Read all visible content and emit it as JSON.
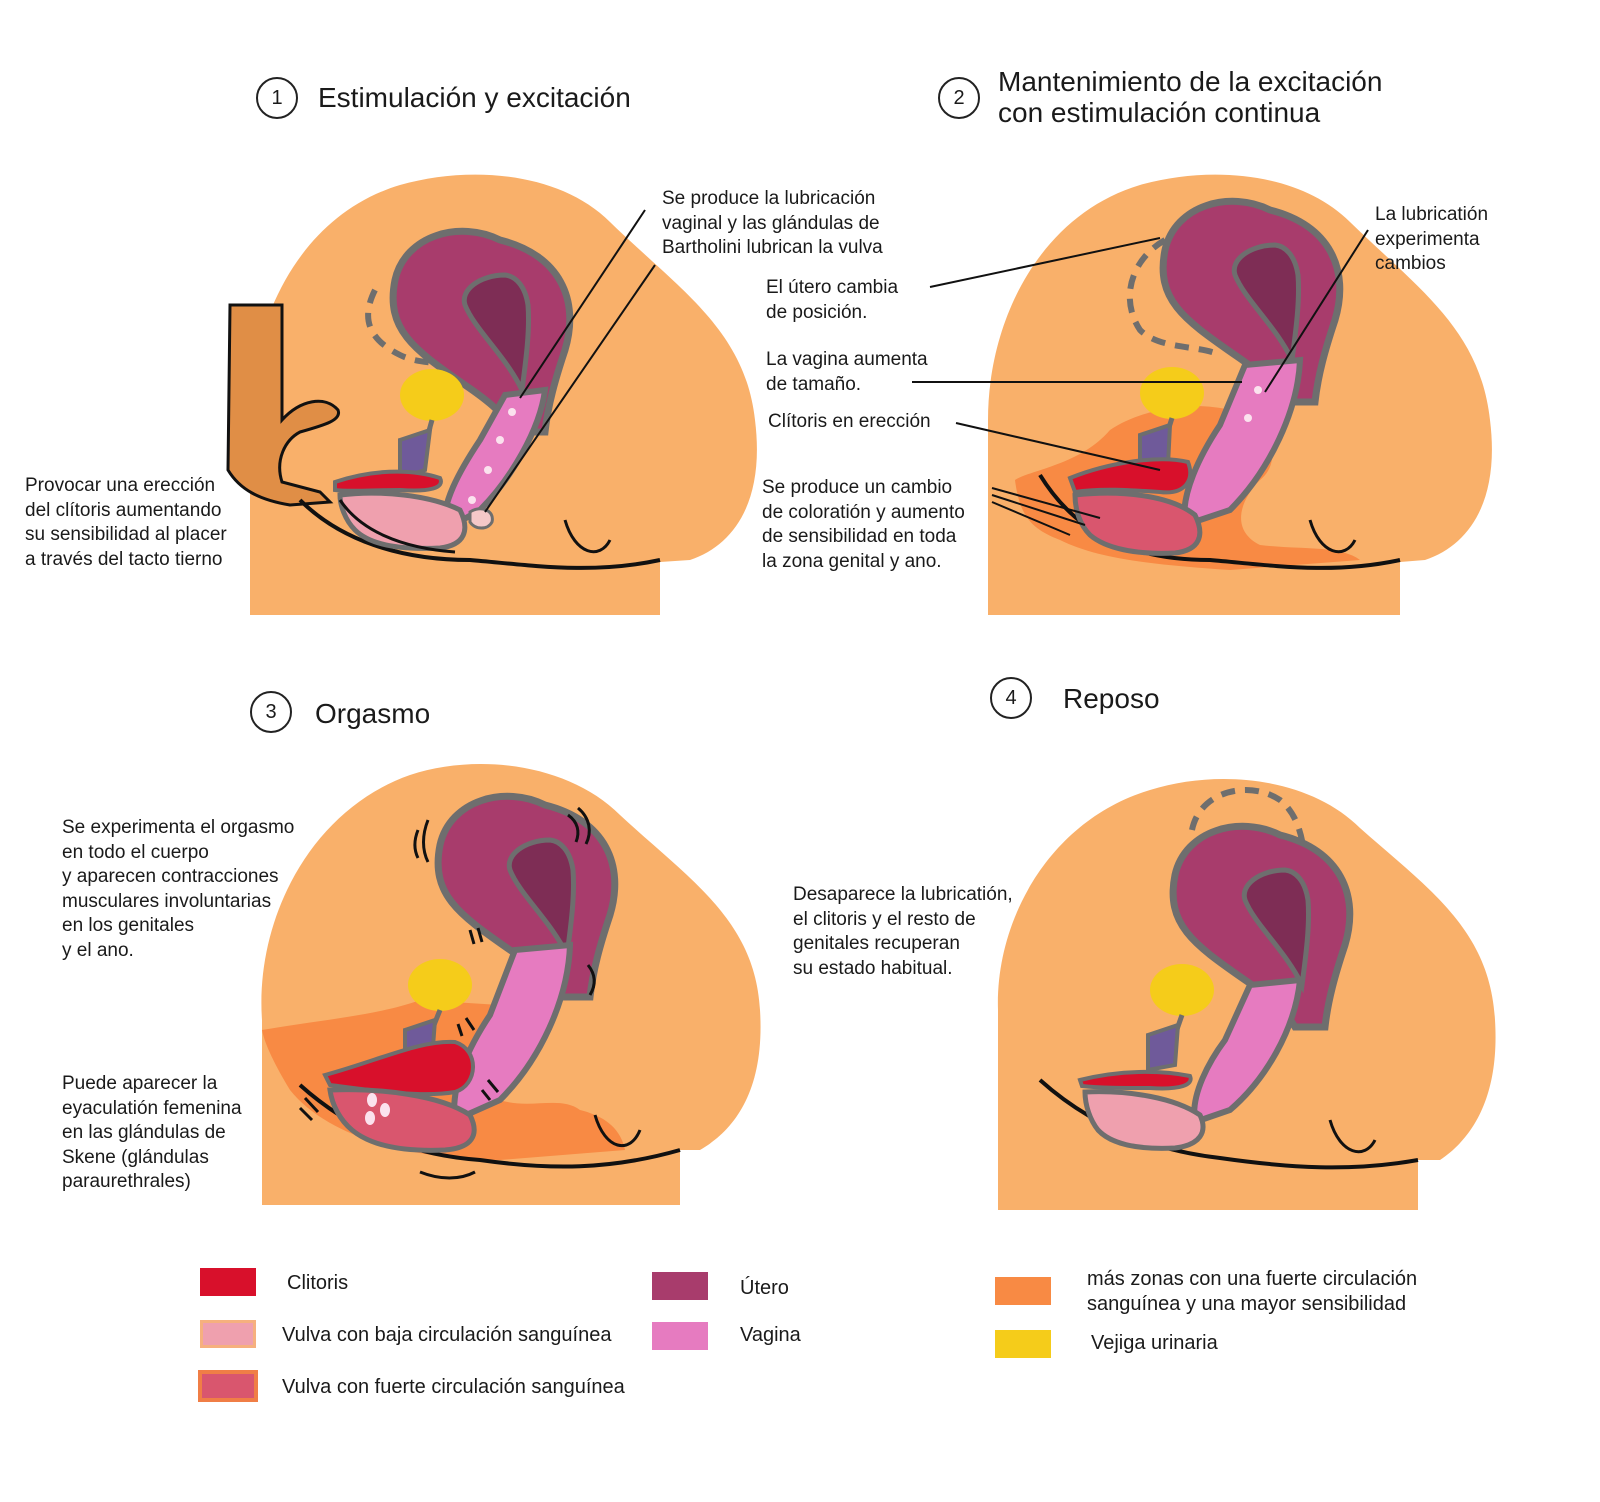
{
  "colors": {
    "body": "#F9B06A",
    "hand": "#E08E46",
    "clitoris": "#D8102B",
    "vulva_low": "#EFA0AE",
    "vulva_low_border": "#F6B07E",
    "vulva_high": "#D9566E",
    "vulva_high_border": "#F07E46",
    "uterus": "#A83C6C",
    "vagina": "#E67BC0",
    "zones": "#F88A44",
    "bladder": "#F5CC1A",
    "outline": "#6E6E6E"
  },
  "panels": [
    {
      "number": "1",
      "title": "Estimulación y excitación",
      "notes": [
        "Se produce la lubricación\nvaginal y las glándulas de\nBartholini lubrican la vulva",
        "Provocar una erección\ndel clítoris aumentando\nsu sensibilidad al placer\na través del tacto tierno"
      ]
    },
    {
      "number": "2",
      "title": "Mantenimiento de la excitación\ncon estimulación continua",
      "notes": [
        "La lubricatión\nexperimenta\ncambios",
        "El útero cambia\nde posición.",
        "La vagina aumenta\nde tamaño.",
        "Clítoris en erección",
        "Se produce un cambio\nde coloratión y aumento\nde sensibilidad en toda\nla zona genital y ano."
      ]
    },
    {
      "number": "3",
      "title": "Orgasmo",
      "notes": [
        "Se experimenta el orgasmo\nen todo el cuerpo\ny aparecen contracciones\nmusculares involuntarias\nen los genitales\ny el ano.",
        "Puede aparecer la\neyaculatión femenina\nen las glándulas de\nSkene (glándulas\nparaurethrales)"
      ]
    },
    {
      "number": "4",
      "title": "Reposo",
      "notes": [
        "Desaparece la lubricatión,\nel clitoris y el resto de\ngenitales recuperan\nsu estado habitual."
      ]
    }
  ],
  "legend": [
    {
      "label": "Clitoris",
      "color": "#D8102B"
    },
    {
      "label": "Vulva con baja circulación sanguínea",
      "color": "#EFA0AE"
    },
    {
      "label": "Vulva con fuerte circulación sanguínea",
      "color": "#D9566E"
    },
    {
      "label": "Útero",
      "color": "#A83C6C"
    },
    {
      "label": "Vagina",
      "color": "#E67BC0"
    },
    {
      "label": "más zonas con una fuerte circulación\nsanguínea y una mayor sensibilidad",
      "color": "#F88A44"
    },
    {
      "label": "Vejiga urinaria",
      "color": "#F5CC1A"
    }
  ]
}
